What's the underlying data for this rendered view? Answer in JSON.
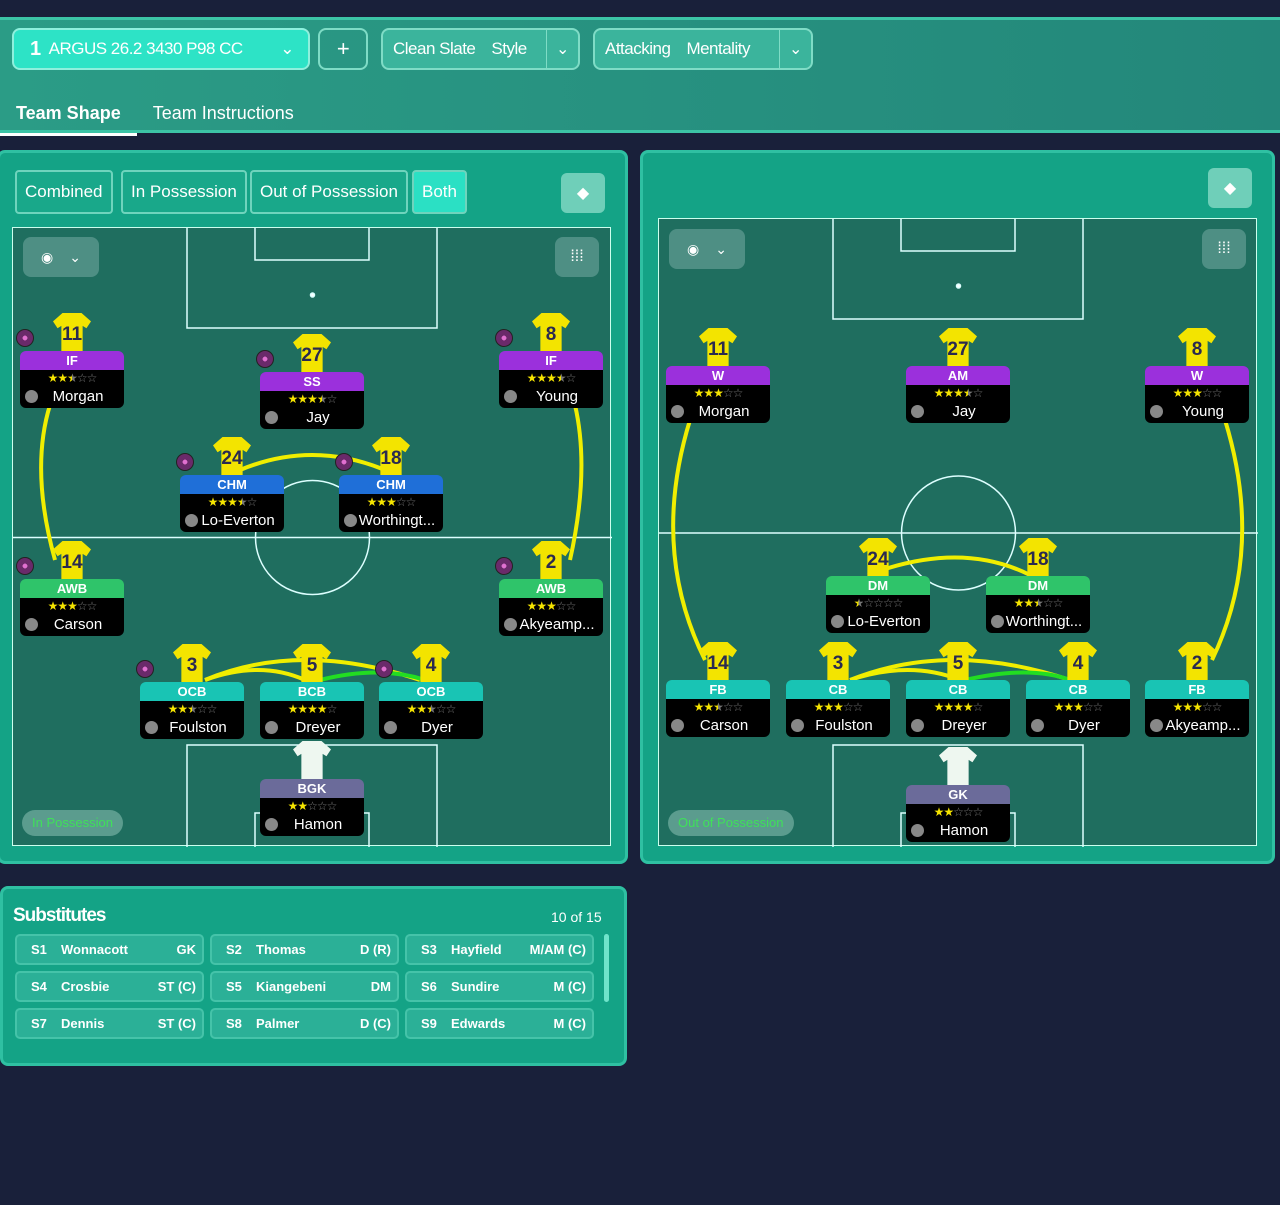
{
  "header": {
    "tactic_number": "1",
    "tactic_name": "ARGUS 26.2 3430 P98 CC",
    "add_label": "+",
    "style_value": "Clean Slate",
    "style_label": "Style",
    "mentality_value": "Attacking",
    "mentality_label": "Mentality"
  },
  "tabs": [
    "Team Shape",
    "Team Instructions"
  ],
  "view_modes": [
    "Combined",
    "In Possession",
    "Out of Possession",
    "Both"
  ],
  "left_pitch": {
    "badge": "In Possession",
    "players": [
      {
        "num": "11",
        "role": "IF",
        "stars": 2.5,
        "name": "Morgan",
        "color": "#9b30dc"
      },
      {
        "num": "27",
        "role": "SS",
        "stars": 3.5,
        "name": "Jay",
        "color": "#9b30dc"
      },
      {
        "num": "8",
        "role": "IF",
        "stars": 3.5,
        "name": "Young",
        "color": "#9b30dc"
      },
      {
        "num": "24",
        "role": "CHM",
        "stars": 3.5,
        "name": "Lo-Everton",
        "color": "#1f6fd8"
      },
      {
        "num": "18",
        "role": "CHM",
        "stars": 3,
        "name": "Worthingt...",
        "color": "#1f6fd8"
      },
      {
        "num": "14",
        "role": "AWB",
        "stars": 3,
        "name": "Carson",
        "color": "#2fc46a"
      },
      {
        "num": "2",
        "role": "AWB",
        "stars": 3,
        "name": "Akyeamp...",
        "color": "#2fc46a"
      },
      {
        "num": "3",
        "role": "OCB",
        "stars": 2.5,
        "name": "Foulston",
        "color": "#19c4b4"
      },
      {
        "num": "5",
        "role": "BCB",
        "stars": 4,
        "name": "Dreyer",
        "color": "#19c4b4"
      },
      {
        "num": "4",
        "role": "OCB",
        "stars": 2.5,
        "name": "Dyer",
        "color": "#19c4b4"
      },
      {
        "num": "",
        "role": "BGK",
        "stars": 2,
        "name": "Hamon",
        "color": "#6b6b9a"
      }
    ]
  },
  "right_pitch": {
    "badge": "Out of Possession",
    "players": [
      {
        "num": "11",
        "role": "W",
        "stars": 3,
        "name": "Morgan",
        "color": "#9b30dc"
      },
      {
        "num": "27",
        "role": "AM",
        "stars": 3.5,
        "name": "Jay",
        "color": "#9b30dc"
      },
      {
        "num": "8",
        "role": "W",
        "stars": 3,
        "name": "Young",
        "color": "#9b30dc"
      },
      {
        "num": "24",
        "role": "DM",
        "stars": 0.5,
        "name": "Lo-Everton",
        "color": "#2fc46a"
      },
      {
        "num": "18",
        "role": "DM",
        "stars": 2.5,
        "name": "Worthingt...",
        "color": "#2fc46a"
      },
      {
        "num": "14",
        "role": "FB",
        "stars": 2.5,
        "name": "Carson",
        "color": "#19c4b4"
      },
      {
        "num": "3",
        "role": "CB",
        "stars": 3,
        "name": "Foulston",
        "color": "#19c4b4"
      },
      {
        "num": "5",
        "role": "CB",
        "stars": 4,
        "name": "Dreyer",
        "color": "#19c4b4"
      },
      {
        "num": "4",
        "role": "CB",
        "stars": 3,
        "name": "Dyer",
        "color": "#19c4b4"
      },
      {
        "num": "2",
        "role": "FB",
        "stars": 3,
        "name": "Akyeamp...",
        "color": "#19c4b4"
      },
      {
        "num": "",
        "role": "GK",
        "stars": 2,
        "name": "Hamon",
        "color": "#6b6b9a"
      }
    ]
  },
  "substitutes": {
    "title": "Substitutes",
    "count": "10 of 15",
    "rows": [
      {
        "slot": "S1",
        "name": "Wonnacott",
        "pos": "GK"
      },
      {
        "slot": "S2",
        "name": "Thomas",
        "pos": "D (R)"
      },
      {
        "slot": "S3",
        "name": "Hayfield",
        "pos": "M/AM (C)"
      },
      {
        "slot": "S4",
        "name": "Crosbie",
        "pos": "ST (C)"
      },
      {
        "slot": "S5",
        "name": "Kiangebeni",
        "pos": "DM"
      },
      {
        "slot": "S6",
        "name": "Sundire",
        "pos": "M (C)"
      },
      {
        "slot": "S7",
        "name": "Dennis",
        "pos": "ST (C)"
      },
      {
        "slot": "S8",
        "name": "Palmer",
        "pos": "D (C)"
      },
      {
        "slot": "S9",
        "name": "Edwards",
        "pos": "M (C)"
      }
    ]
  }
}
